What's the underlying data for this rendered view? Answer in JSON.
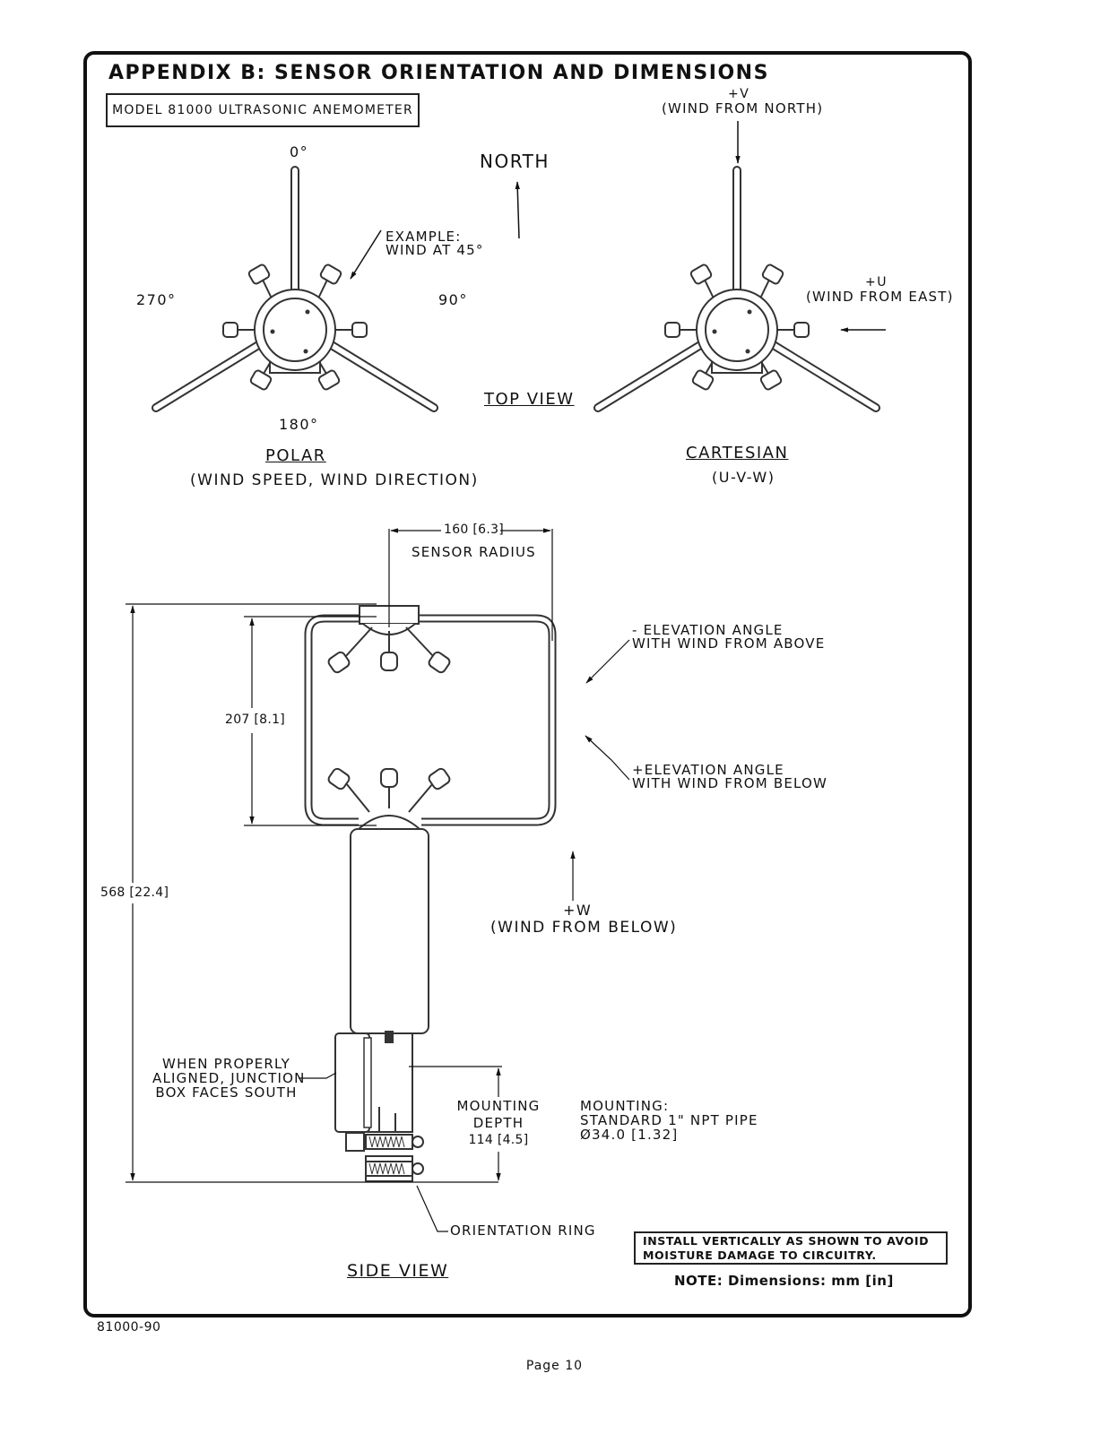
{
  "title": "APPENDIX  B: SENSOR ORIENTATION AND DIMENSIONS",
  "model": "MODEL 81000 ULTRASONIC ANEMOMETER",
  "top_view": {
    "north": "NORTH",
    "label": "TOP VIEW",
    "polar": {
      "deg_0": "0°",
      "deg_90": "90°",
      "deg_180": "180°",
      "deg_270": "270°",
      "example_line1": "EXAMPLE:",
      "example_line2": "WIND AT 45°",
      "title": "POLAR",
      "subtitle": "(WIND SPEED, WIND DIRECTION)"
    },
    "cartesian": {
      "v_label": "+V",
      "v_desc": "(WIND FROM NORTH)",
      "u_label": "+U",
      "u_desc": "(WIND FROM EAST)",
      "title": "CARTESIAN",
      "subtitle": "(U-V-W)"
    }
  },
  "side_view": {
    "radius_dim": "160 [6.3]",
    "radius_label": "SENSOR RADIUS",
    "height_dim": "207 [8.1]",
    "total_dim": "568 [22.4]",
    "neg_elev_line1": "- ELEVATION ANGLE",
    "neg_elev_line2": "WITH WIND FROM ABOVE",
    "pos_elev_line1": "+ELEVATION ANGLE",
    "pos_elev_line2": "WITH WIND FROM BELOW",
    "w_label": "+W",
    "w_desc": "(WIND FROM BELOW)",
    "junction_line1": "WHEN PROPERLY",
    "junction_line2": "ALIGNED, JUNCTION",
    "junction_line3": "BOX FACES SOUTH",
    "mounting_depth_line1": "MOUNTING",
    "mounting_depth_line2": "DEPTH",
    "mounting_depth_value": "114 [4.5]",
    "mounting_line1": "MOUNTING:",
    "mounting_line2": "STANDARD 1\" NPT PIPE",
    "mounting_line3": "Ø34.0 [1.32]",
    "orientation_ring": "ORIENTATION RING",
    "label": "SIDE VIEW"
  },
  "install_note_line1": "INSTALL VERTICALLY AS SHOWN TO AVOID",
  "install_note_line2": "MOISTURE DAMAGE TO CIRCUITRY.",
  "dimensions_note": "NOTE: Dimensions: mm [in]",
  "doc_code": "81000-90",
  "page": "Page 10"
}
